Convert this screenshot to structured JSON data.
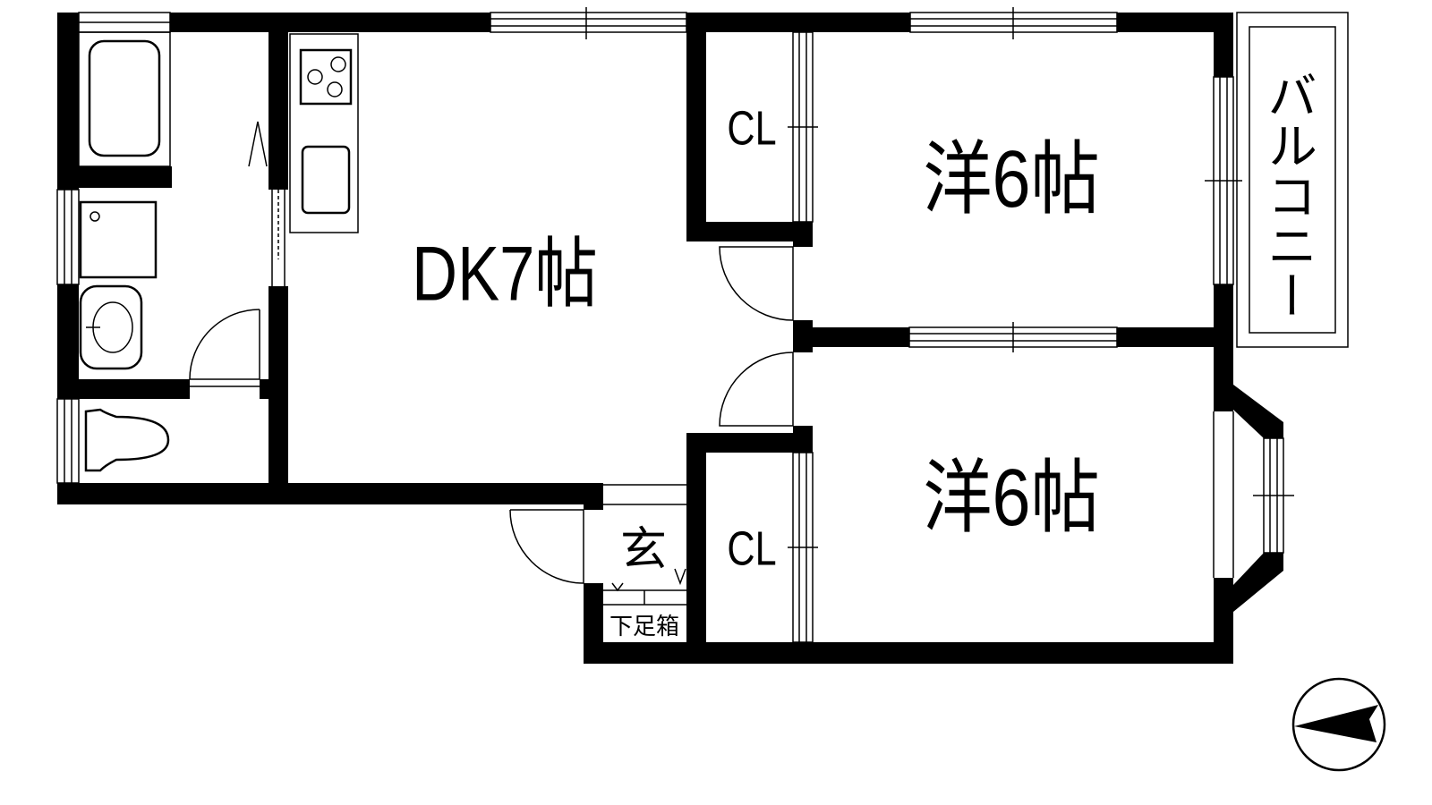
{
  "floor_plan": {
    "rooms": {
      "dk": "DK7帖",
      "western_1": "洋6帖",
      "western_2": "洋6帖",
      "closet_1": "CL",
      "closet_2": "CL",
      "entrance": "玄",
      "shoe_cabinet": "下足箱"
    },
    "balcony_label": "バルコニー"
  }
}
